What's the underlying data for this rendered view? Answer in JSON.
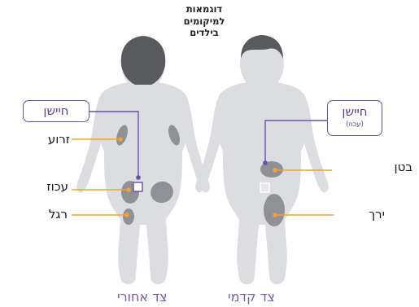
{
  "title_lines": [
    "דוגמאות",
    "למיקומים",
    "בילדים"
  ],
  "back_view": {
    "caption": "צד אחורי",
    "sensor_box_label": "חיישן",
    "sites": [
      "זרוע",
      "עכוז",
      "רגל"
    ]
  },
  "front_view": {
    "caption": "צד קדמי",
    "sensor_box_label": "חיישן",
    "sensor_box_sub": "(עכוז)",
    "sites": [
      "בטן",
      "ירך"
    ]
  },
  "colors": {
    "body": "#dcdde0",
    "hair": "#595a5e",
    "site_patch": "#8f9196",
    "leader": "#f4a321",
    "sensor": "#6b4fa6"
  }
}
